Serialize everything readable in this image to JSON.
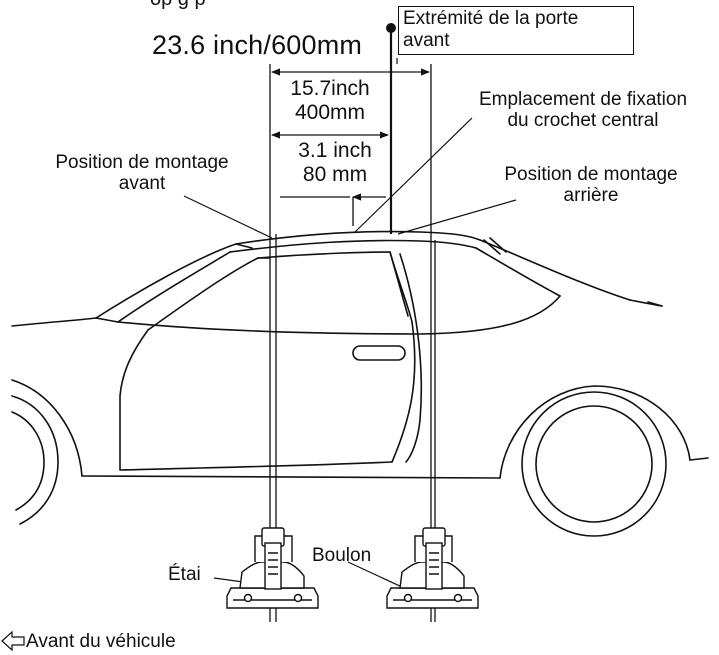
{
  "labels": {
    "top_cut": "op                   g    p",
    "overall_width": "23.6 inch/600mm",
    "door_end_line1": "Extrémité de la porte",
    "door_end_line2": "avant",
    "width_400_line1": "15.7inch",
    "width_400_line2": "400mm",
    "width_80_line1": "3.1 inch",
    "width_80_line2": "80 mm",
    "center_hook_line1": "Emplacement de fixation",
    "center_hook_line2": "du crochet central",
    "front_mount_line1": "Position de montage",
    "front_mount_line2": "avant",
    "rear_mount_line1": "Position de montage",
    "rear_mount_line2": "arrière",
    "strut": "Étai",
    "bolt": "Boulon",
    "vehicle_front": "Avant du véhicule"
  },
  "icons": {
    "front_arrow": "outline-left-arrow-icon",
    "strut_part": "roof-rack-foot-icon"
  },
  "colors": {
    "line": "#111111",
    "background": "#ffffff"
  }
}
